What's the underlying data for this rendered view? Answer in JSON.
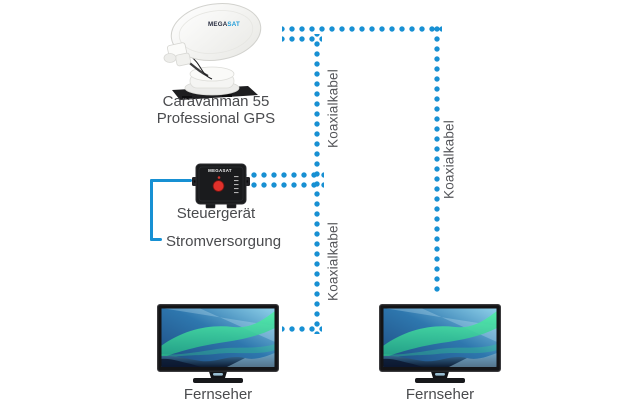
{
  "colors": {
    "cable_blue": "#1790d3",
    "text": "#4a4b4e",
    "cable_label_grey": "#55565a"
  },
  "satellite_unit": {
    "brand_mega": "MEGA",
    "brand_sat": "SAT",
    "name_line1": "Caravanman 55",
    "name_line2": "Professional GPS"
  },
  "control_unit": {
    "brand": "MEGASAT",
    "name": "Steuergerät"
  },
  "power_supply": {
    "name": "Stromversorgung"
  },
  "cables": {
    "coax_label": "Koaxialkabel"
  },
  "tvs": {
    "left_label": "Fernseher",
    "right_label": "Fernseher"
  }
}
